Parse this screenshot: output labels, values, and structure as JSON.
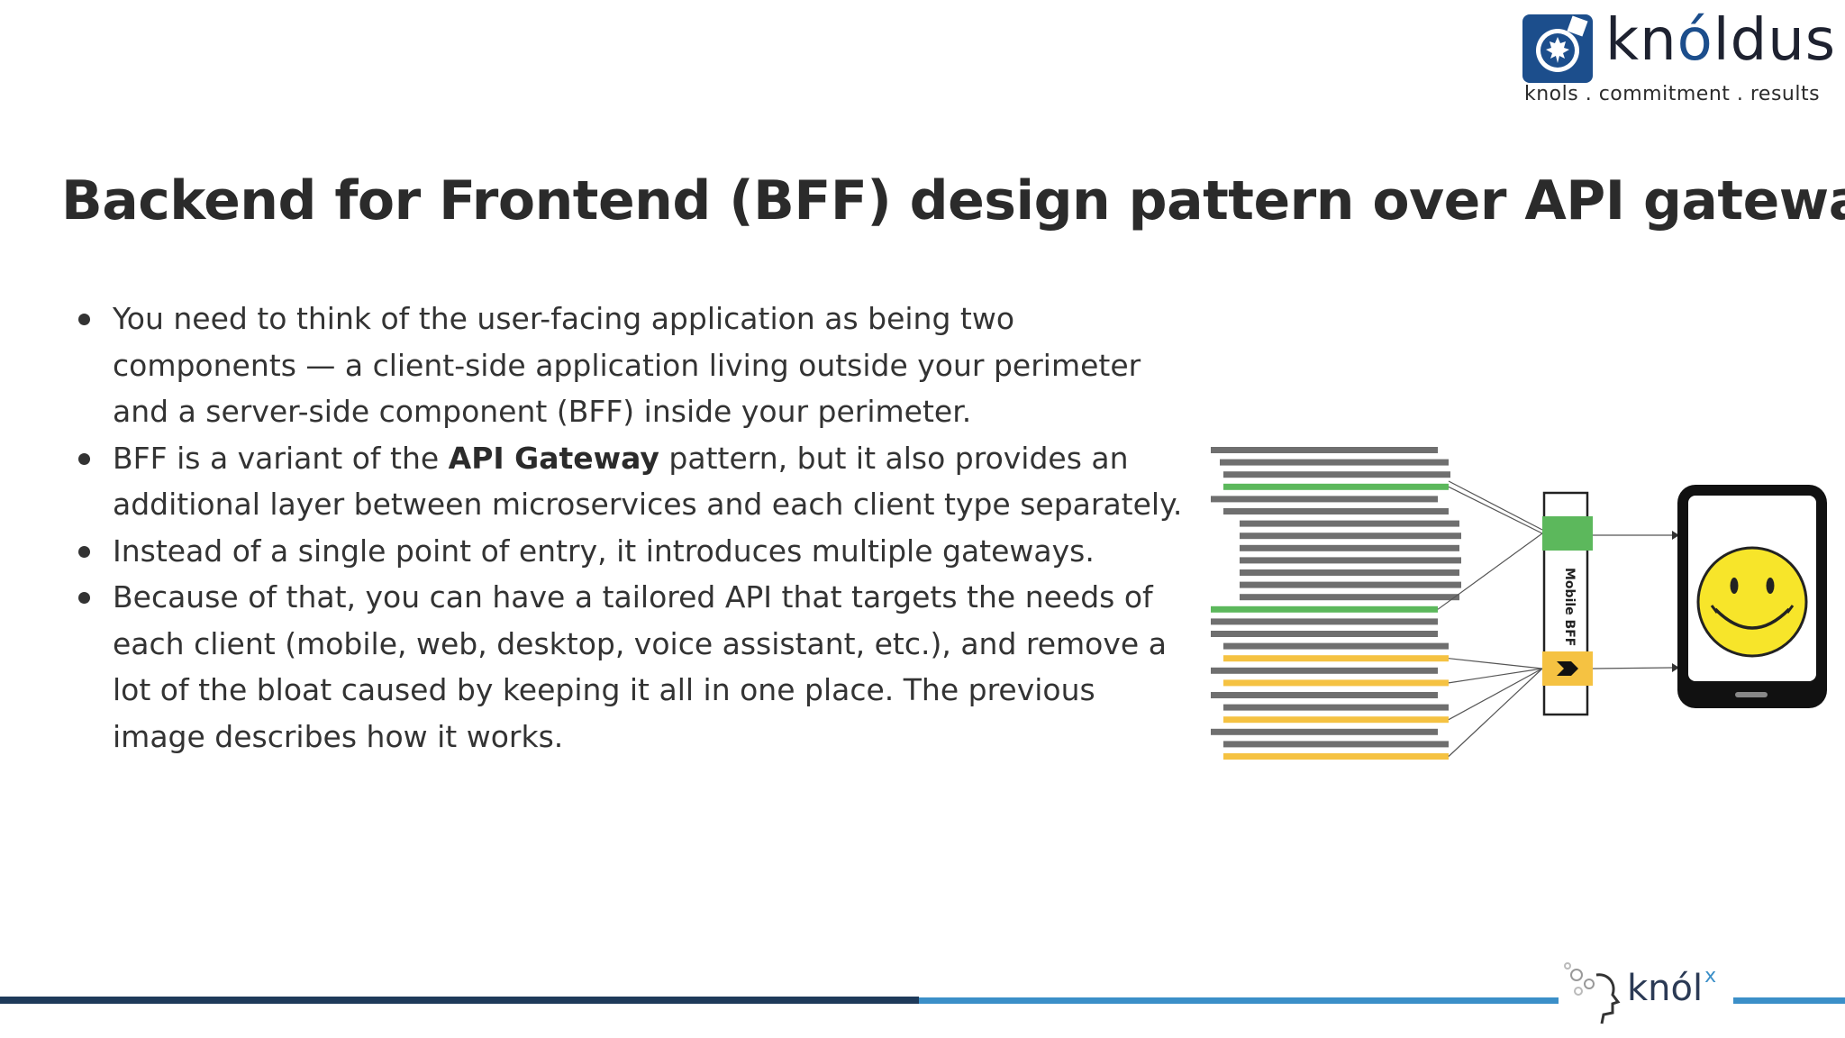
{
  "logo": {
    "word_prefix": "kn",
    "word_accent": "ó",
    "word_suffix": "ldus",
    "tagline": "knols . commitment . results"
  },
  "title": "Backend for Frontend (BFF) design pattern over API gateway",
  "bullets": [
    {
      "pre": "You need to think of the user-facing application as being two components — a client-side application living outside your perimeter and a server-side component (BFF) inside your perimeter.",
      "bold": "",
      "post": ""
    },
    {
      "pre": " BFF is a variant of the ",
      "bold": "API Gateway",
      "post": " pattern, but it also provides an additional layer between microservices and each client type separately."
    },
    {
      "pre": "Instead of a single point of entry, it introduces multiple gateways.",
      "bold": "",
      "post": ""
    },
    {
      "pre": "Because of that, you can have a tailored API that targets the needs of each client (mobile, web, desktop, voice assistant, etc.), and remove a lot of the bloat caused by keeping it all in one place. The previous  image describes how it works.",
      "bold": "",
      "post": ""
    }
  ],
  "diagram": {
    "bff_label": "Mobile BFF",
    "colors": {
      "gray": "#6f6f6f",
      "green": "#5cb85c",
      "yellow": "#f5c242",
      "smiley": "#f7e52a"
    }
  },
  "footer": {
    "knolx_word": "knól",
    "knolx_sup": "x"
  },
  "colors": {
    "brand_blue": "#1c4e8c",
    "footer_dark": "#1e3a5a",
    "footer_light": "#3b8fc8",
    "text": "#333333"
  }
}
